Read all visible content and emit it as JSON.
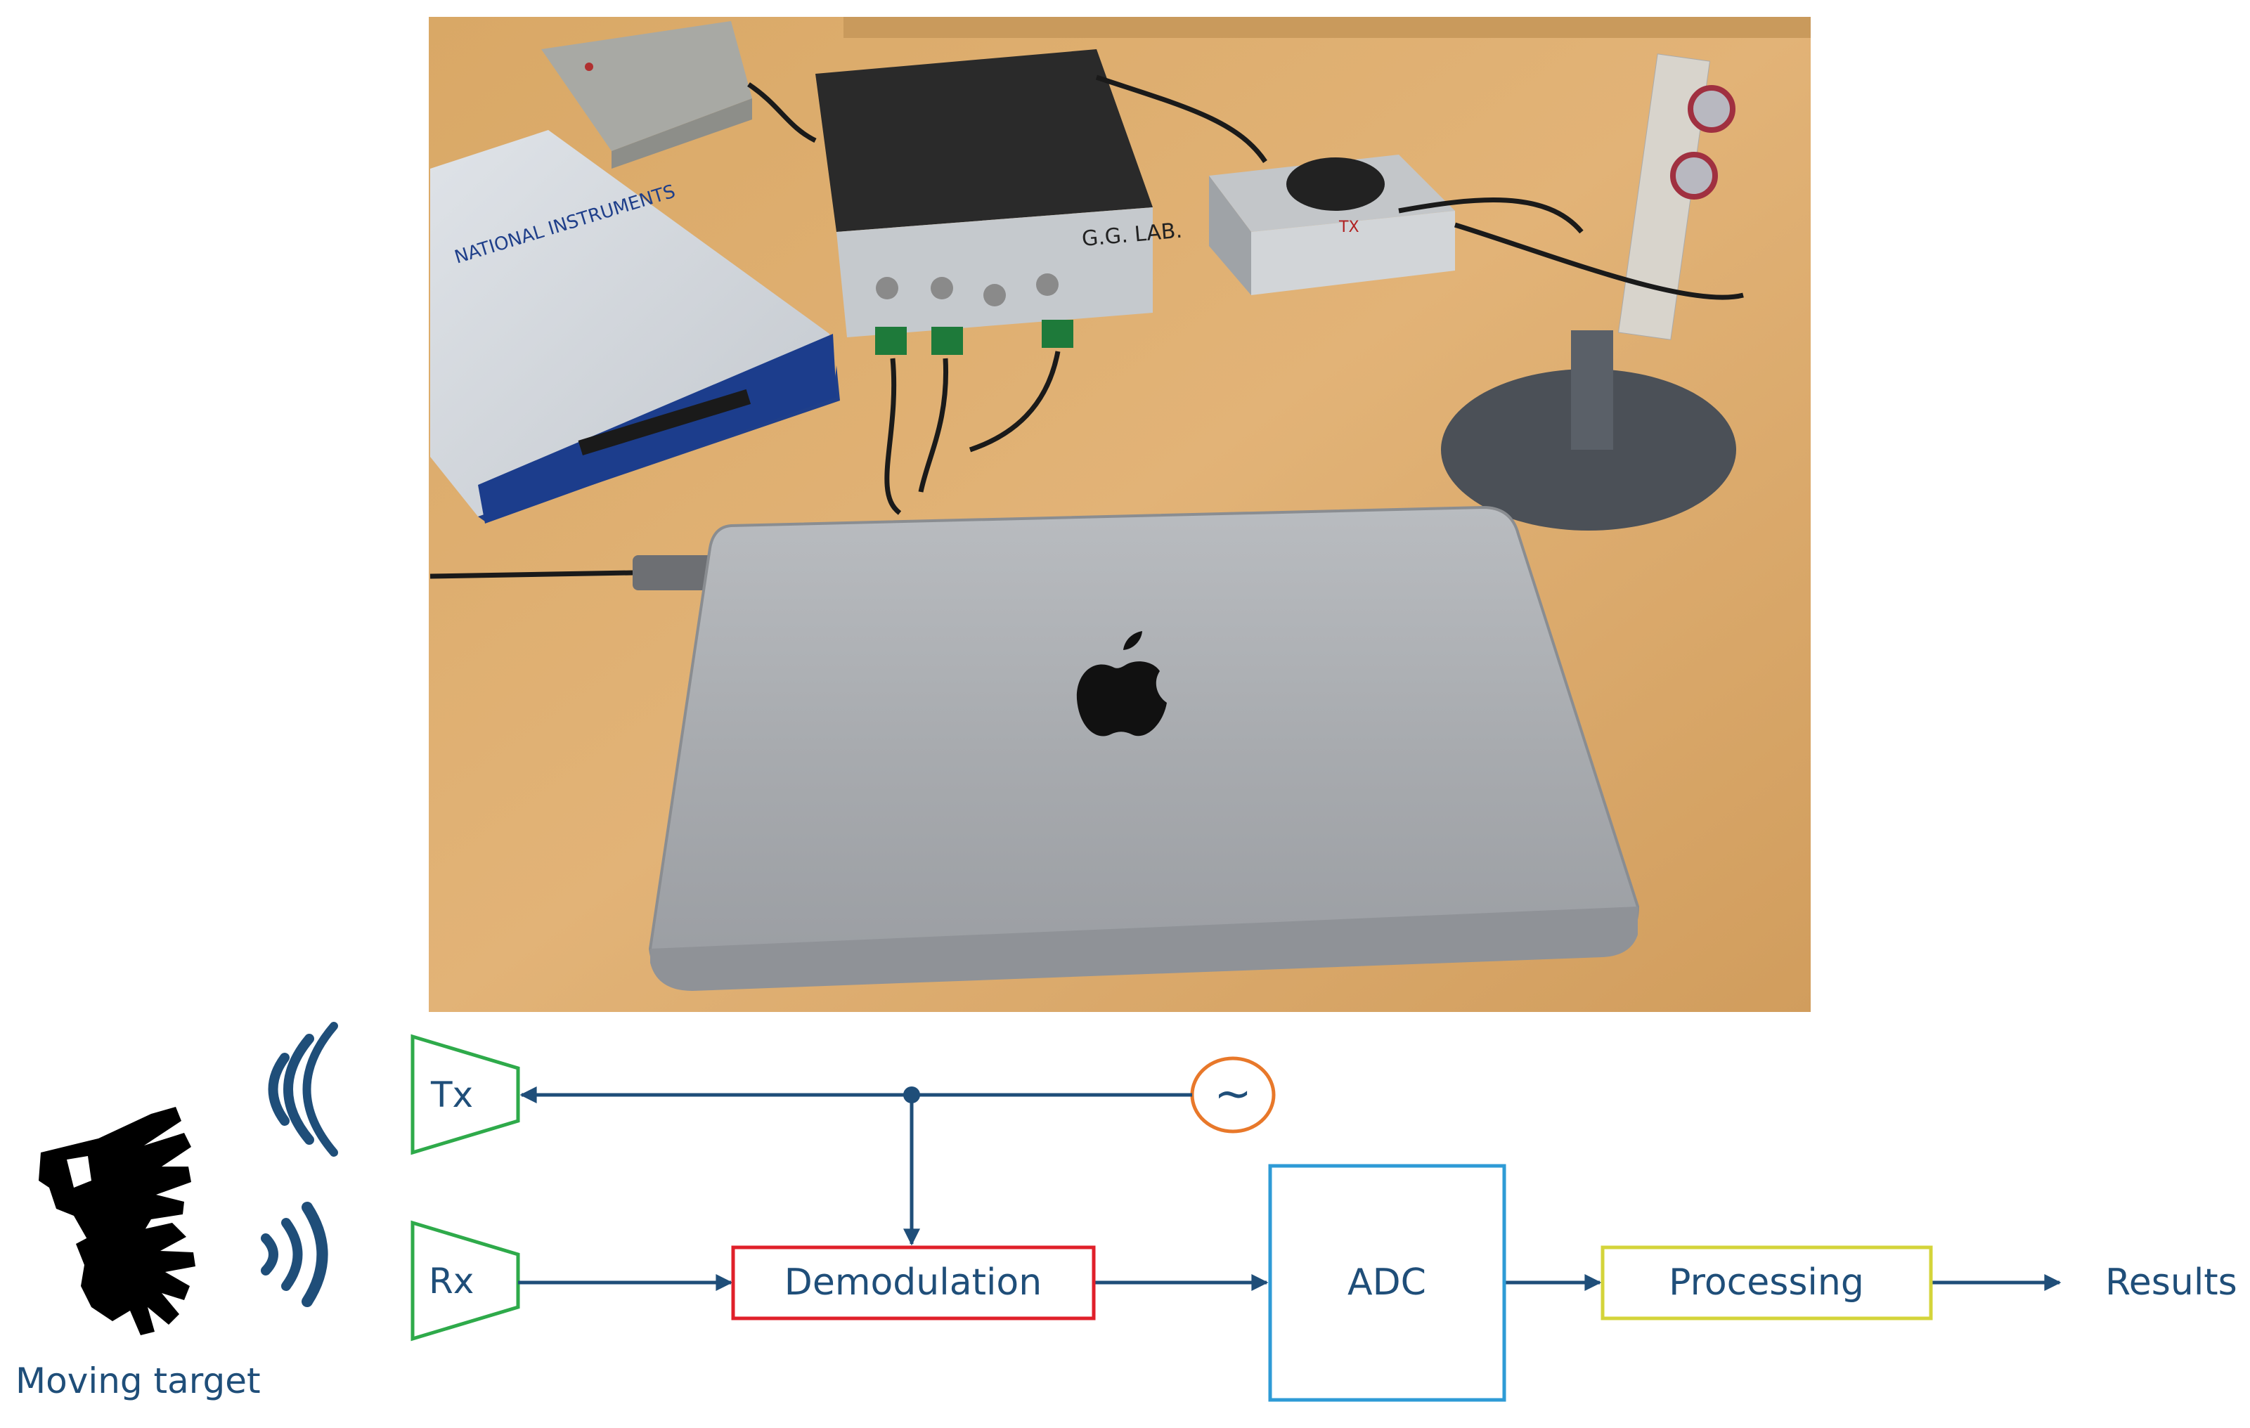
{
  "diagram": {
    "target_label": "Moving target",
    "tx_label": "Tx",
    "rx_label": "Rx",
    "oscillator_symbol": "~",
    "demodulation_label": "Demodulation",
    "adc_label": "ADC",
    "processing_label": "Processing",
    "results_label": "Results",
    "colors": {
      "line": "#1f4e79",
      "tx_rx_border": "#2eaa4a",
      "oscillator_border": "#e8782a",
      "demodulation_border": "#e0202a",
      "adc_border": "#2e9bd6",
      "processing_border": "#d4d43a"
    }
  },
  "photo": {
    "device_label_1": "NATIONAL INSTRUMENTS",
    "device_label_2": "G.G. LAB.",
    "device_label_3": "TX",
    "icons": [
      "laptop-icon",
      "apple-logo-icon",
      "daq-device-icon",
      "ultrasonic-sensor-icon",
      "hand-icon",
      "signal-wave-icon"
    ]
  }
}
